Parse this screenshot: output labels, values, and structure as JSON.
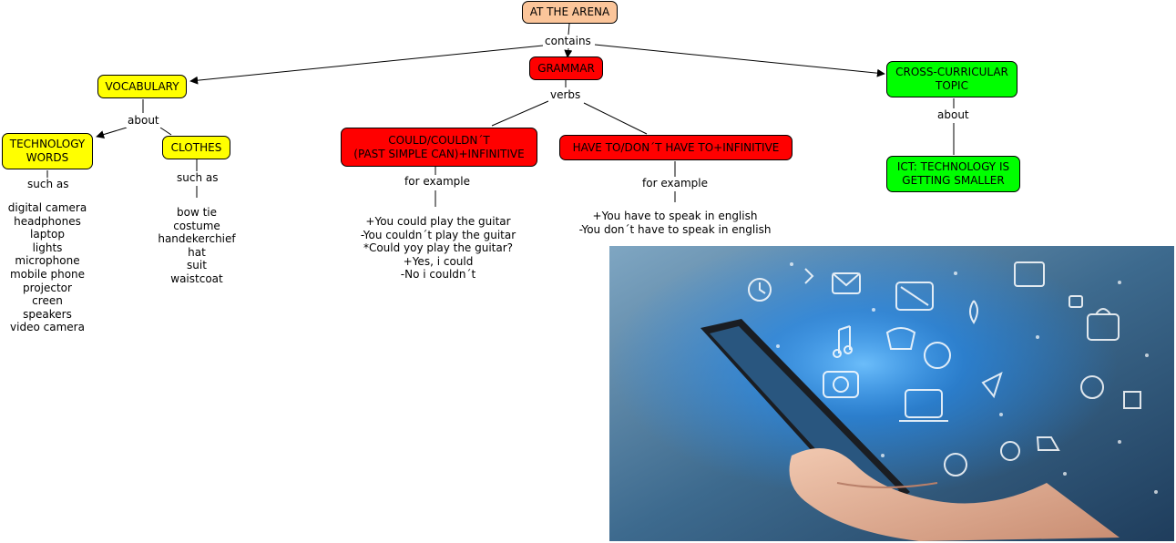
{
  "nodes": {
    "root": "AT THE ARENA",
    "vocabulary": "VOCABULARY",
    "grammar": "GRAMMAR",
    "cross": "CROSS-CURRICULAR\nTOPIC",
    "technology_words": "TECHNOLOGY\nWORDS",
    "clothes": "CLOTHES",
    "could": "COULD/COULDN´T\n(PAST SIMPLE CAN)+INFINITIVE",
    "have_to": "HAVE TO/DON´T HAVE TO+INFINITIVE",
    "ict": "ICT: TECHNOLOGY IS\nGETTING SMALLER"
  },
  "links": {
    "contains": "contains",
    "about_vocab": "about",
    "verbs": "verbs",
    "about_cross": "about",
    "such_as_tech": "such as",
    "such_as_clothes": "such as",
    "for_example_could": "for example",
    "for_example_have": "for example"
  },
  "lists": {
    "technology_words": [
      "digital camera",
      "headphones",
      "laptop",
      "lights",
      "microphone",
      "mobile phone",
      "projector",
      "creen",
      "speakers",
      "video camera"
    ],
    "clothes": [
      "bow tie",
      "costume",
      "handekerchief",
      "hat",
      "suit",
      "waistcoat"
    ],
    "could_examples": [
      "+You could play the guitar",
      "-You couldn´t play the guitar",
      "*Could yoy play the guitar?",
      "+Yes, i could",
      "-No i couldn´t"
    ],
    "have_to_examples": [
      "+You have to speak in english",
      "-You don´t have to speak in english"
    ]
  },
  "colors": {
    "root": "#fbc59a",
    "vocabulary": "#ffff00",
    "grammar": "#ff0000",
    "cross": "#00ff00",
    "photo_background": "#3d6a8e",
    "photo_glow": "#1e8fff"
  },
  "photo": {
    "subject": "hand holding smartphone with technology doodle icons"
  }
}
